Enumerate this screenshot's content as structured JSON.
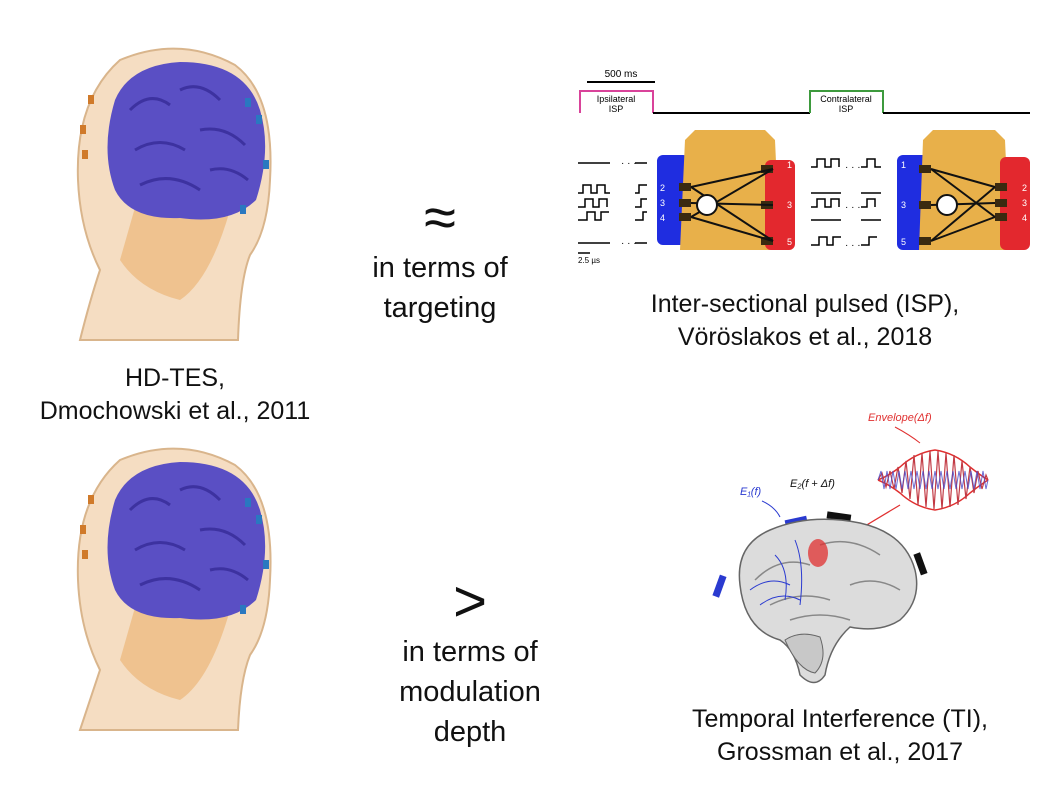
{
  "hdtes": {
    "label_line1": "HD-TES,",
    "label_line2": "Dmochowski et al., 2011"
  },
  "comparison_top": {
    "symbol": "≈",
    "line1": "in terms of",
    "line2": "targeting"
  },
  "comparison_bottom": {
    "symbol": ">",
    "line1": "in terms of",
    "line2": "modulation",
    "line3": "depth"
  },
  "isp": {
    "scale_bar": "500 ms",
    "ipsilateral_line1": "Ipsilateral",
    "ipsilateral_line2": "ISP",
    "contralateral_line1": "Contralateral",
    "contralateral_line2": "ISP",
    "time_bar": "2.5 µs",
    "electrodes_left": [
      "2",
      "3",
      "4"
    ],
    "electrodes_right": [
      "1",
      "3",
      "5"
    ],
    "electrodes_left2": [
      "1",
      "3",
      "5"
    ],
    "electrodes_right2": [
      "2",
      "3",
      "4"
    ],
    "label_line1": "Inter-sectional pulsed (ISP),",
    "label_line2": "Vöröslakos et al., 2018"
  },
  "ti": {
    "e1_label": "E₁(f)",
    "e2_label": "E₂(f + Δf)",
    "envelope_label": "Envelope(Δf)",
    "label_line1": "Temporal Interference (TI),",
    "label_line2": "Grossman et al., 2017"
  },
  "colors": {
    "brain": "#5a4fc4",
    "head": "#f1d2ad",
    "left_electrode": "#1f2de0",
    "right_electrode": "#e3282e",
    "skull": "#e8b04a",
    "ipsi_bracket": "#d9439a",
    "contra_bracket": "#3d9a3d",
    "envelope": "#e03030"
  }
}
